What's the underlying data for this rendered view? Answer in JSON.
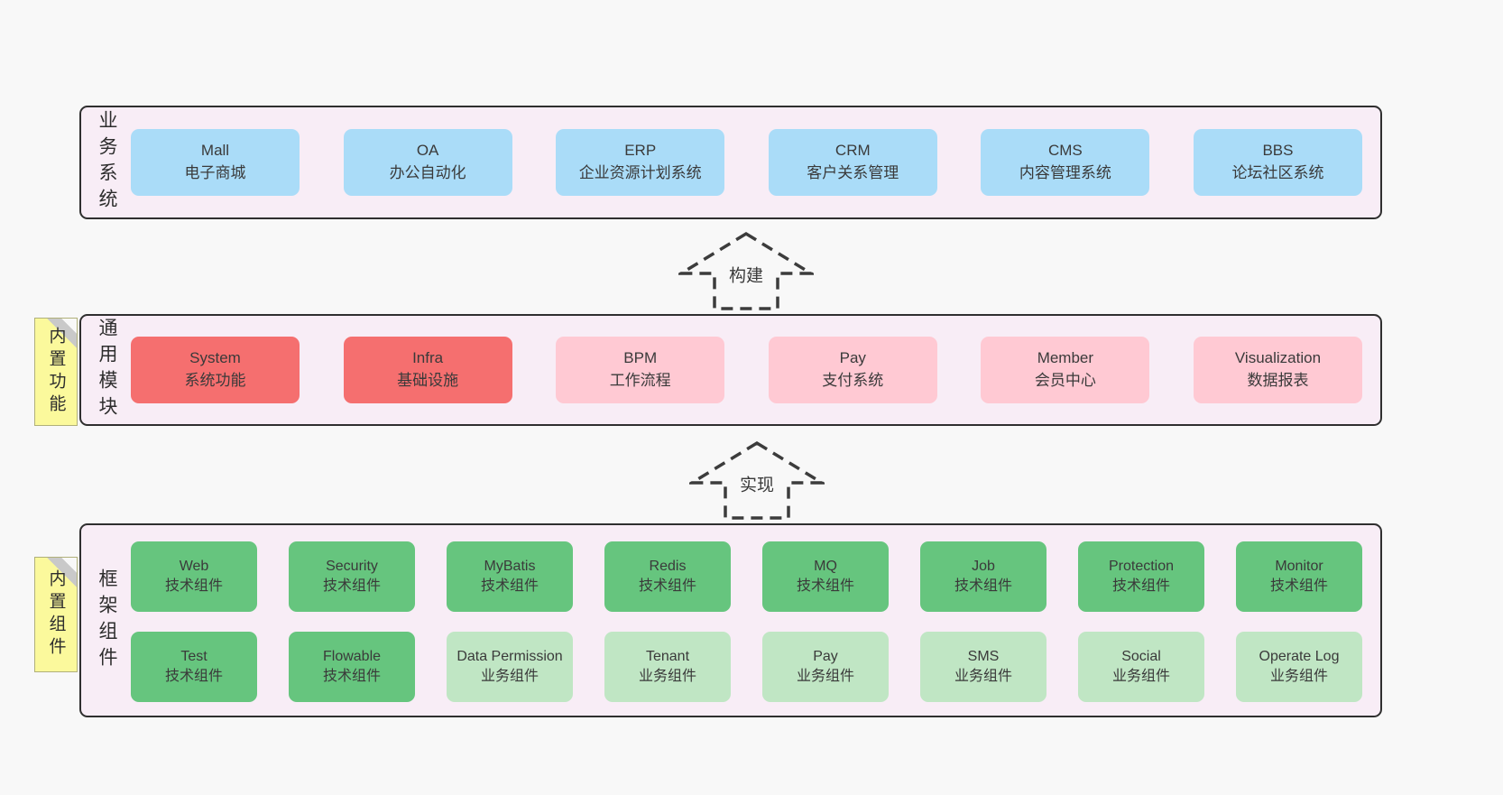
{
  "band1": {
    "label": "业务系统",
    "boxes": [
      {
        "title": "Mall",
        "subtitle": "电子商城",
        "variant": "blue"
      },
      {
        "title": "OA",
        "subtitle": "办公自动化",
        "variant": "blue"
      },
      {
        "title": "ERP",
        "subtitle": "企业资源计划系统",
        "variant": "blue"
      },
      {
        "title": "CRM",
        "subtitle": "客户关系管理",
        "variant": "blue"
      },
      {
        "title": "CMS",
        "subtitle": "内容管理系统",
        "variant": "blue"
      },
      {
        "title": "BBS",
        "subtitle": "论坛社区系统",
        "variant": "blue"
      }
    ]
  },
  "arrow1": {
    "label": "构建"
  },
  "band2": {
    "label": "通用模块",
    "sticky": "内置功能",
    "boxes": [
      {
        "title": "System",
        "subtitle": "系统功能",
        "variant": "red"
      },
      {
        "title": "Infra",
        "subtitle": "基础设施",
        "variant": "red"
      },
      {
        "title": "BPM",
        "subtitle": "工作流程",
        "variant": "pink"
      },
      {
        "title": "Pay",
        "subtitle": "支付系统",
        "variant": "pink"
      },
      {
        "title": "Member",
        "subtitle": "会员中心",
        "variant": "pink"
      },
      {
        "title": "Visualization",
        "subtitle": "数据报表",
        "variant": "pink"
      }
    ]
  },
  "arrow2": {
    "label": "实现"
  },
  "band3": {
    "label": "框架组件",
    "sticky": "内置组件",
    "row1": [
      {
        "title": "Web",
        "subtitle": "技术组件",
        "variant": "green"
      },
      {
        "title": "Security",
        "subtitle": "技术组件",
        "variant": "green"
      },
      {
        "title": "MyBatis",
        "subtitle": "技术组件",
        "variant": "green"
      },
      {
        "title": "Redis",
        "subtitle": "技术组件",
        "variant": "green"
      },
      {
        "title": "MQ",
        "subtitle": "技术组件",
        "variant": "green"
      },
      {
        "title": "Job",
        "subtitle": "技术组件",
        "variant": "green"
      },
      {
        "title": "Protection",
        "subtitle": "技术组件",
        "variant": "green"
      },
      {
        "title": "Monitor",
        "subtitle": "技术组件",
        "variant": "green"
      }
    ],
    "row2": [
      {
        "title": "Test",
        "subtitle": "技术组件",
        "variant": "green"
      },
      {
        "title": "Flowable",
        "subtitle": "技术组件",
        "variant": "green"
      },
      {
        "title": "Data Permission",
        "subtitle": "业务组件",
        "variant": "light-green"
      },
      {
        "title": "Tenant",
        "subtitle": "业务组件",
        "variant": "light-green"
      },
      {
        "title": "Pay",
        "subtitle": "业务组件",
        "variant": "light-green"
      },
      {
        "title": "SMS",
        "subtitle": "业务组件",
        "variant": "light-green"
      },
      {
        "title": "Social",
        "subtitle": "业务组件",
        "variant": "light-green"
      },
      {
        "title": "Operate Log",
        "subtitle": "业务组件",
        "variant": "light-green"
      }
    ]
  },
  "colors": {
    "page_background": "#f8f8f8",
    "band_background": "#f8edf6",
    "band_border": "#2f2f2f",
    "business_box_blue": "#aadcf8",
    "core_module_red": "#f56f6f",
    "module_pink": "#ffc9d3",
    "tech_component_green": "#66c57e",
    "biz_component_light_green": "#c0e6c4",
    "sticky_note_yellow": "#fbf99c",
    "sticky_fold_gray": "#c9c9c9"
  }
}
